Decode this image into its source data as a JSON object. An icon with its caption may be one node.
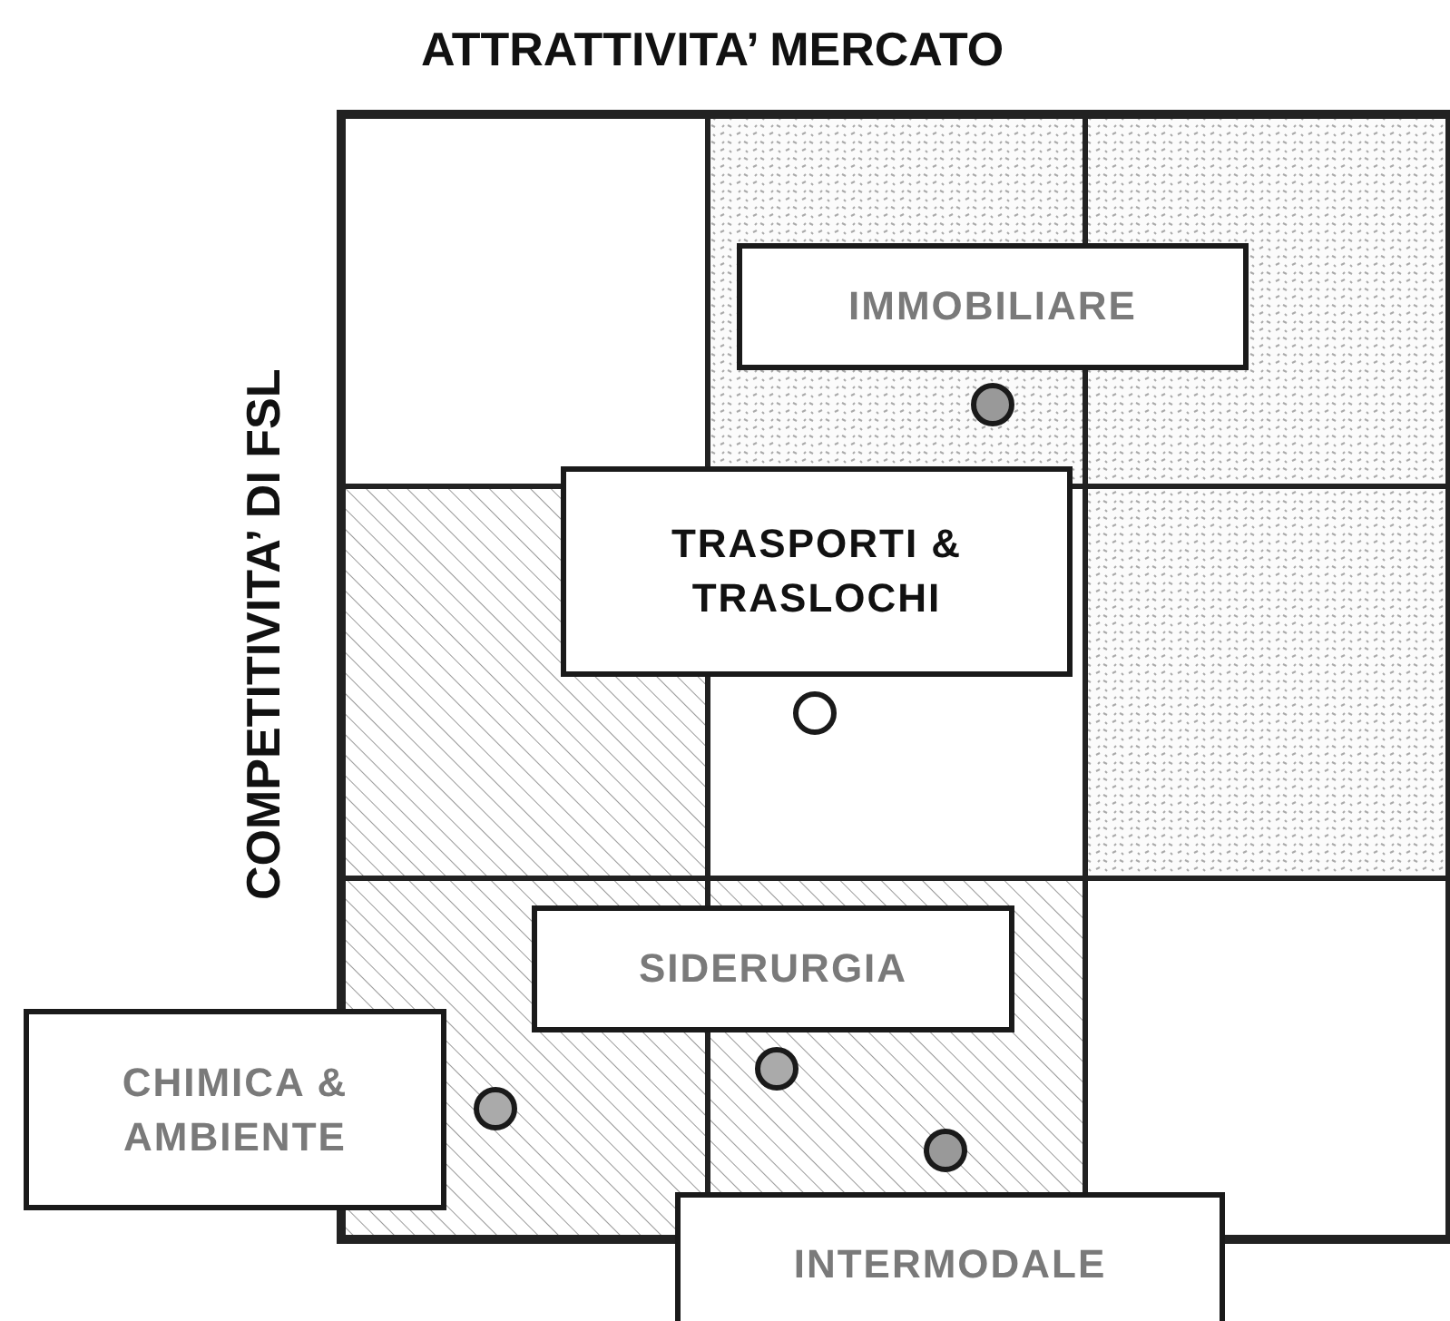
{
  "diagram": {
    "nodes": [
      {
        "text": [
          "IMMOBILIARE"
        ]
      },
      {
        "text": [
          "TRASPORTI & TRASLOCHI"
        ]
      },
      {
        "text": [
          "SIDERURGIA"
        ]
      },
      {
        "text": [
          "CHIMICA & AMBIENTE"
        ]
      },
      {
        "text": [
          "INTERMODALE"
        ]
      },
      {
        "text": [],
        "shape": "circle"
      },
      {
        "text": [],
        "shape": "circle"
      },
      {
        "text": [],
        "shape": "circle"
      },
      {
        "text": [],
        "shape": "circle"
      },
      {
        "text": [],
        "shape": "circle"
      }
    ],
    "edges": [],
    "labels": [
      "ATTRATTIVITA’ MERCATO",
      "COMPETITIVITA’ DI FSL"
    ]
  }
}
